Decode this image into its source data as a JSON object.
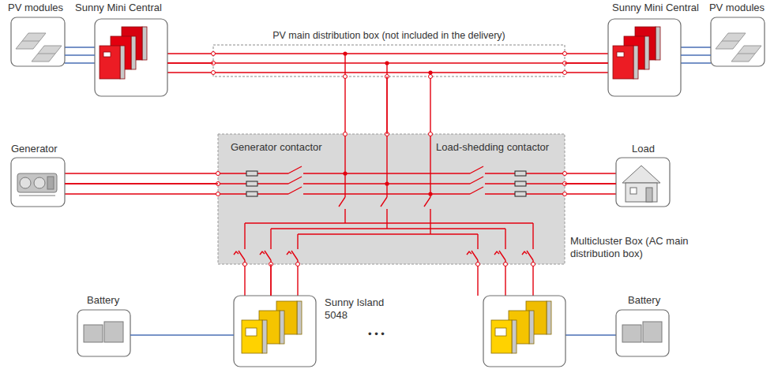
{
  "diagram": {
    "nodes": [
      {
        "text": [
          "PV modules"
        ]
      },
      {
        "text": [
          "Sunny Mini Central"
        ]
      },
      {
        "text": [
          "PV main distribution box (not included in the delivery)"
        ]
      },
      {
        "text": [
          "Sunny Mini Central"
        ]
      },
      {
        "text": [
          "PV modules"
        ]
      },
      {
        "text": [
          "Generator"
        ]
      },
      {
        "text": [
          "Generator contactor",
          "Load-shedding contactor",
          "Multicluster Box (AC main distribution box)"
        ]
      },
      {
        "text": [
          "Load"
        ]
      },
      {
        "text": [
          "Battery"
        ]
      },
      {
        "text": [
          "Sunny Island 5048"
        ]
      },
      {
        "text": [
          "Battery"
        ]
      }
    ],
    "edges": [
      {
        "from": 0,
        "to": 1,
        "arrow": "none"
      },
      {
        "from": 1,
        "to": 2,
        "arrow": "none"
      },
      {
        "from": 2,
        "to": 3,
        "arrow": "none"
      },
      {
        "from": 3,
        "to": 4,
        "arrow": "none"
      },
      {
        "from": 2,
        "to": 6,
        "arrow": "none"
      },
      {
        "from": 5,
        "to": 6,
        "arrow": "none"
      },
      {
        "from": 6,
        "to": 7,
        "arrow": "none"
      },
      {
        "from": 8,
        "to": 9,
        "arrow": "none"
      },
      {
        "from": 9,
        "to": 6,
        "arrow": "none"
      }
    ],
    "labels": [
      "• • •"
    ]
  }
}
